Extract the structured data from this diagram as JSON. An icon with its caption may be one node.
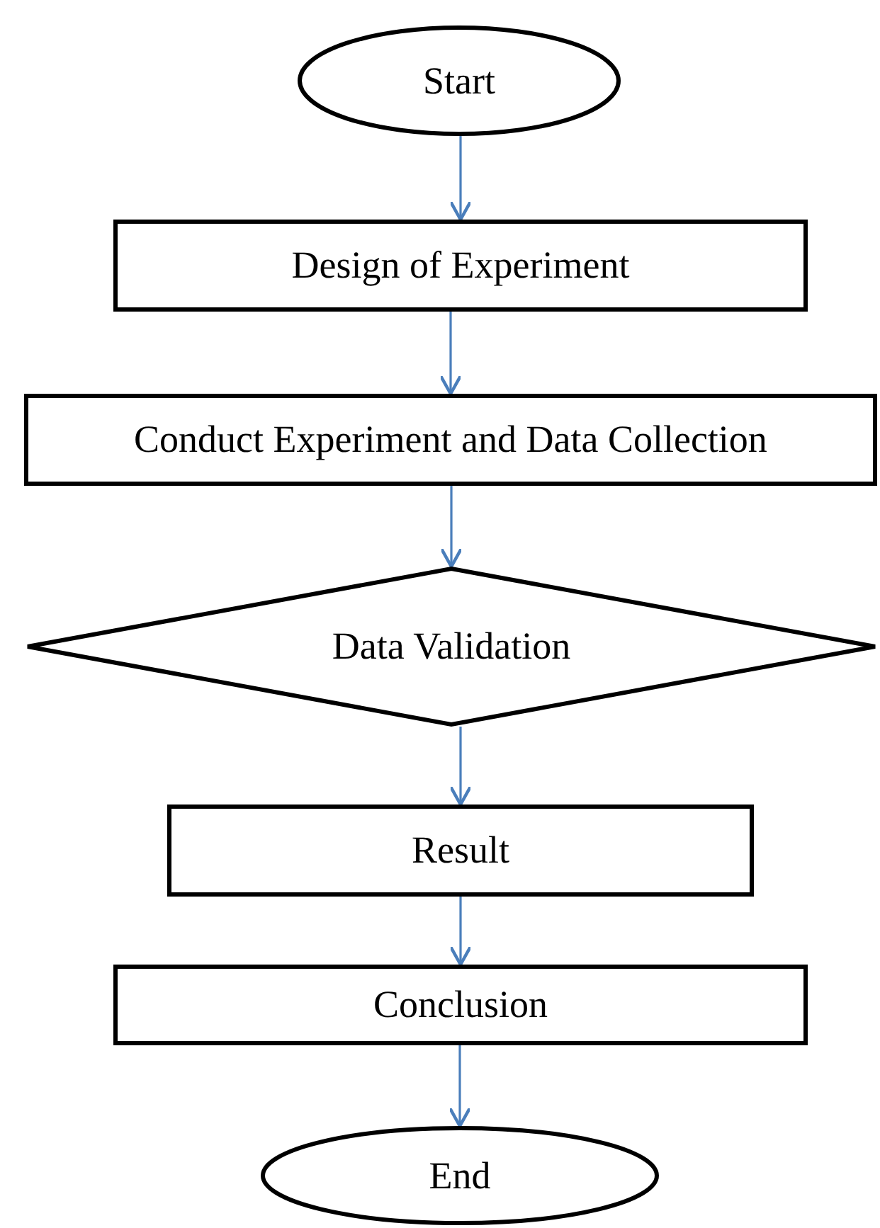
{
  "diagram": {
    "nodes": [
      {
        "text": [
          "Start"
        ]
      },
      {
        "text": [
          "Design of Experiment"
        ]
      },
      {
        "text": [
          "Conduct Experiment and Data Collection"
        ]
      },
      {
        "text": [
          "Data Validation"
        ]
      },
      {
        "text": [
          "Result"
        ]
      },
      {
        "text": [
          "Conclusion"
        ]
      },
      {
        "text": [
          "End"
        ]
      }
    ],
    "edges": [
      {
        "from": 0,
        "to": 1,
        "arrow": "to"
      },
      {
        "from": 1,
        "to": 2,
        "arrow": "to"
      },
      {
        "from": 2,
        "to": 3,
        "arrow": "to"
      },
      {
        "from": 3,
        "to": 4,
        "arrow": "to"
      },
      {
        "from": 4,
        "to": 5,
        "arrow": "to"
      },
      {
        "from": 5,
        "to": 6,
        "arrow": "to"
      }
    ]
  }
}
